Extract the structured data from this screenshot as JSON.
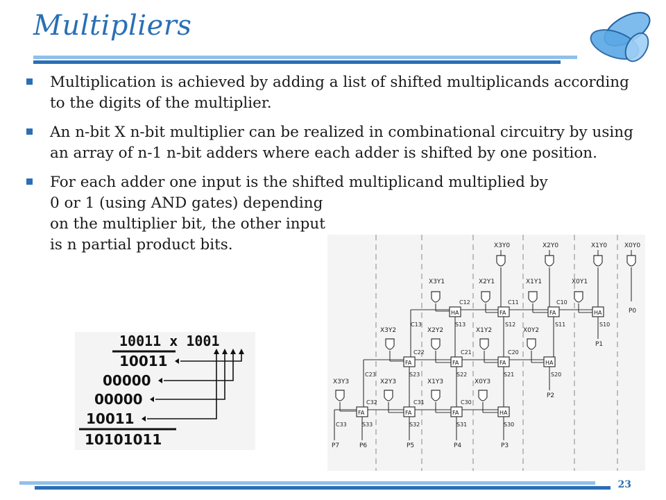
{
  "slide": {
    "title": "Multipliers",
    "page_number": "23",
    "bullets": [
      "Multiplication is achieved by adding a list of shifted multiplicands according to the digits of the multiplier.",
      "An n-bit X n-bit multiplier can be realized in combinational circuitry by using an array of n-1 n-bit adders where each adder is shifted by one position."
    ],
    "bullet3": {
      "line1": "For each adder one input is the shifted multiplicand multiplied by",
      "line2": "0 or 1 (using AND gates) depending",
      "line3": "on the multiplier bit, the other input",
      "line4": "is n partial product bits."
    }
  },
  "example": {
    "top_line": "10011 x 1001",
    "rows": [
      "10011",
      "00000",
      "00000",
      "10011"
    ],
    "result": "10101011"
  },
  "circuit": {
    "gate_inputs": {
      "row0": [
        "X3Y0",
        "X2Y0",
        "X1Y0",
        "X0Y0"
      ],
      "row1": [
        "X3Y1",
        "X2Y1",
        "X1Y1",
        "X0Y1"
      ],
      "row2": [
        "X3Y2",
        "X2Y2",
        "X1Y2",
        "X0Y2"
      ],
      "row3": [
        "X3Y3",
        "X2Y3",
        "X1Y3",
        "X0Y3"
      ]
    },
    "adders": {
      "row1": [
        "HA",
        "FA",
        "FA",
        "HA"
      ],
      "row2": [
        "FA",
        "FA",
        "FA",
        "HA"
      ],
      "row3": [
        "FA",
        "FA",
        "FA",
        "HA"
      ]
    },
    "carries": {
      "row1": [
        "C12",
        "C11",
        "C10"
      ],
      "row2": [
        "C22",
        "C21",
        "C20"
      ],
      "row3": [
        "C32",
        "C31",
        "C30"
      ]
    },
    "sums": {
      "row1": [
        "S13",
        "S12",
        "S11",
        "S10"
      ],
      "row2": [
        "S23",
        "S22",
        "S21",
        "S20"
      ],
      "row3": [
        "S33",
        "S32",
        "S31",
        "S30"
      ]
    },
    "carry_outs": [
      "C13",
      "C23",
      "C33"
    ],
    "products": [
      "P0",
      "P1",
      "P2",
      "P3",
      "P4",
      "P5",
      "P6",
      "P7"
    ]
  },
  "colors": {
    "accent": "#2a6fb5",
    "bar_light": "#8fc0ea",
    "bar_dark": "#2a6fb5",
    "text": "#1a1a1a",
    "logo_blue": "#5aa8e6"
  }
}
